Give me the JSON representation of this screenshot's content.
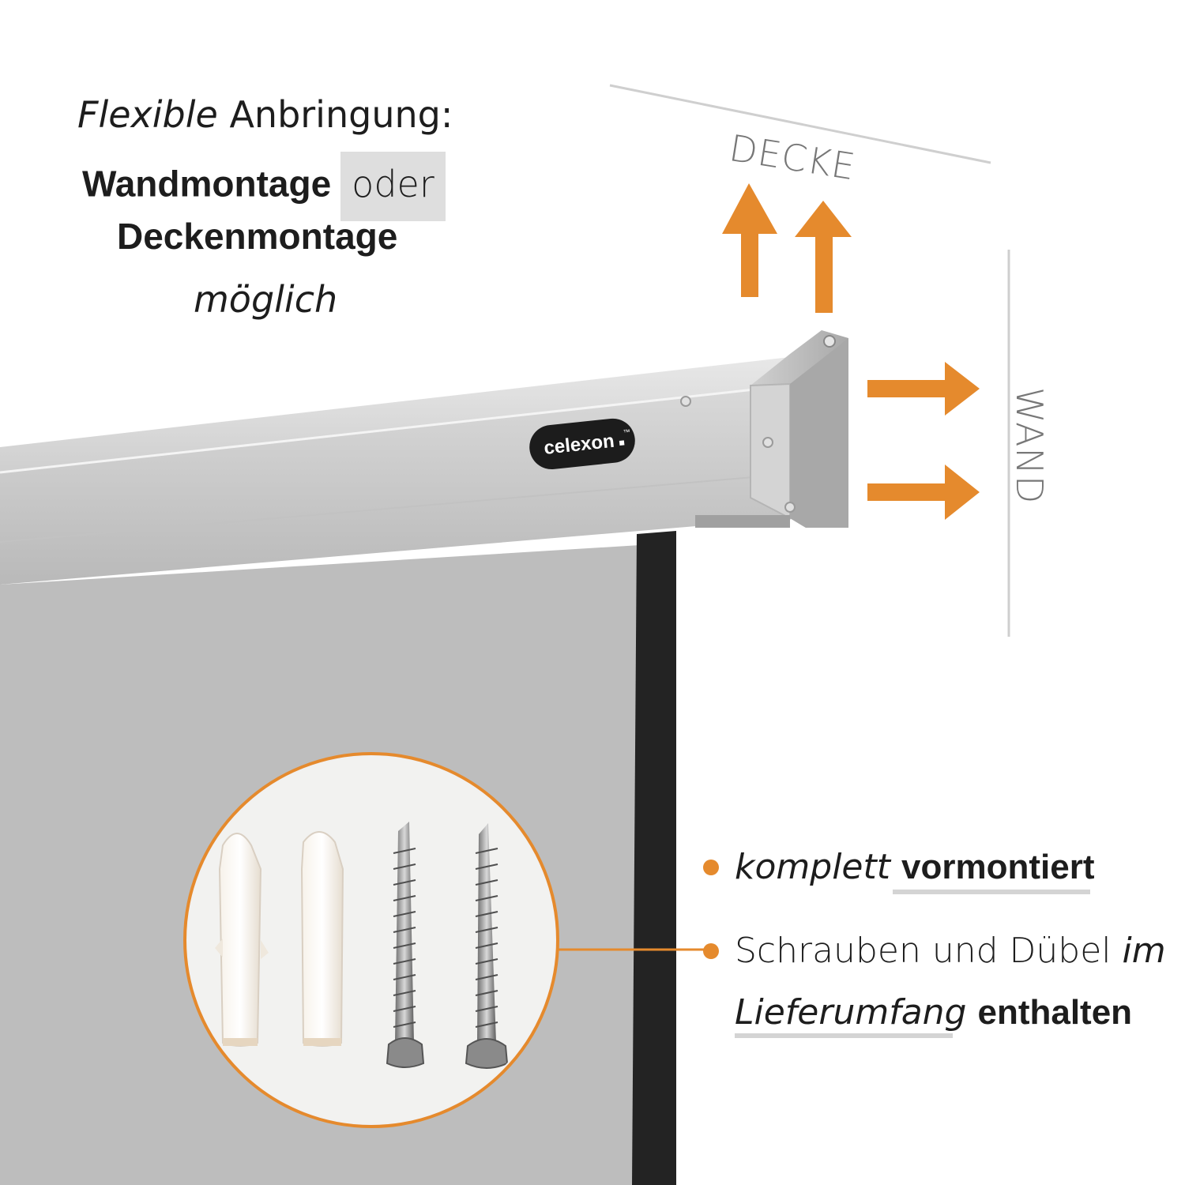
{
  "headline": {
    "line1_italic": "Flexible",
    "line1_rest": "Anbringung:",
    "line2_bold": "Wandmontage",
    "line2_light": "oder",
    "line3_bold": "Deckenmontage",
    "line4_italic": "möglich"
  },
  "labels": {
    "ceiling": "DECKE",
    "wall": "WAND",
    "brand": "celexon",
    "brand_tm": "™"
  },
  "features": [
    {
      "italic": "komplett",
      "bold": "vormontiert"
    },
    {
      "regular": "Schrauben und Dübel",
      "italic_a": "im",
      "italic_b": "Lieferumfang",
      "bold": "enthalten"
    }
  ],
  "colors": {
    "accent": "#e58a2d",
    "housing": "#c9c9c9",
    "screen": "#bcbcbc",
    "frame_border": "#222222"
  }
}
